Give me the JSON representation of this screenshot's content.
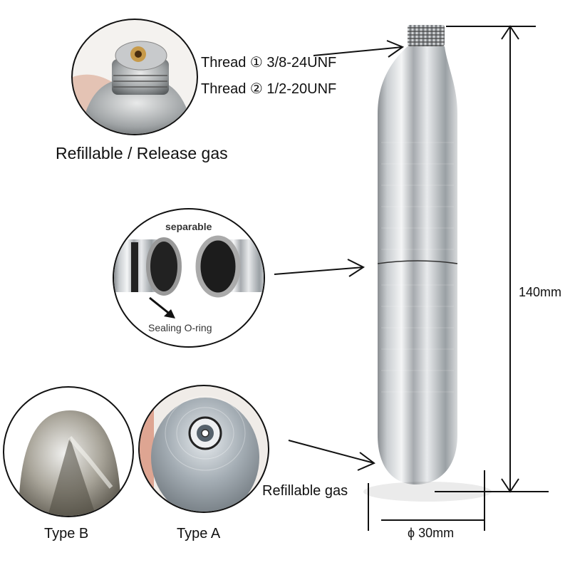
{
  "callouts": {
    "top_valve": {
      "caption": "Refillable / Release  gas"
    },
    "threads": {
      "thread1": "Thread ①  3/8-24UNF",
      "thread2": "Thread ②  1/2-20UNF"
    },
    "joint": {
      "top_label": "separable",
      "bottom_label": "Sealing O-ring"
    },
    "type_b": {
      "caption": "Type B"
    },
    "type_a": {
      "caption": "Type A"
    },
    "refill": {
      "label": "Refillable gas"
    }
  },
  "dimensions": {
    "height": "140mm",
    "diameter": "ϕ 30mm"
  },
  "colors": {
    "line": "#111111",
    "metal_light": "#e6e8ea",
    "metal_mid": "#b4b8bc",
    "metal_dark": "#6e7378",
    "brass": "#c79a4a"
  }
}
